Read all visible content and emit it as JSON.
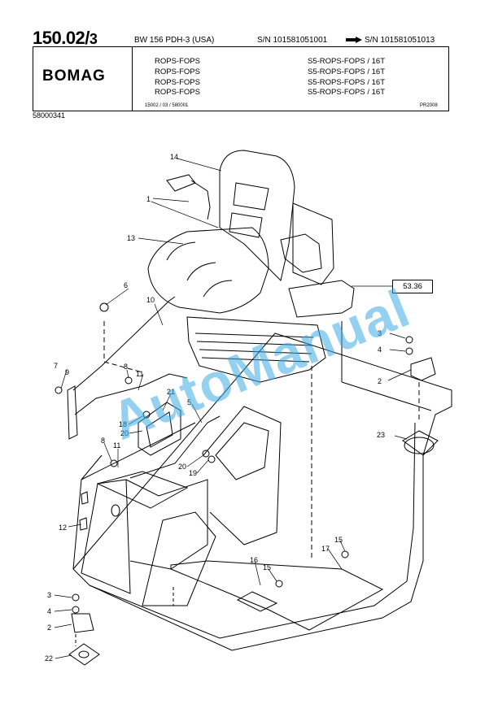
{
  "header": {
    "page_number": "150.02/",
    "page_sub": "3",
    "model": "BW 156 PDH-3 (USA)",
    "serial_from": "S/N 101581051001",
    "serial_to": "S/N 101581051013",
    "logo_text": "BOMAG",
    "titles_left": [
      "ROPS-FOPS",
      "ROPS-FOPS",
      "ROPS-FOPS",
      "ROPS-FOPS"
    ],
    "titles_right": [
      "S5-ROPS-FOPS / 16T",
      "S5-ROPS-FOPS / 16T",
      "S5-ROPS-FOPS / 16T",
      "S5-ROPS-FOPS / 16T"
    ],
    "footer_code": "15002 / 03 / 580001",
    "footer_ref": "PR2008",
    "doc_number": "58000341"
  },
  "drawing": {
    "reference_box": "53.36",
    "watermark": "AutoManual",
    "callouts": [
      "14",
      "1",
      "13",
      "6",
      "10",
      "3",
      "4",
      "2",
      "7",
      "9",
      "8",
      "11",
      "21",
      "5",
      "18",
      "20",
      "23",
      "8",
      "11",
      "20",
      "19",
      "12",
      "15",
      "16",
      "17",
      "15",
      "3",
      "4",
      "2",
      "22"
    ]
  }
}
